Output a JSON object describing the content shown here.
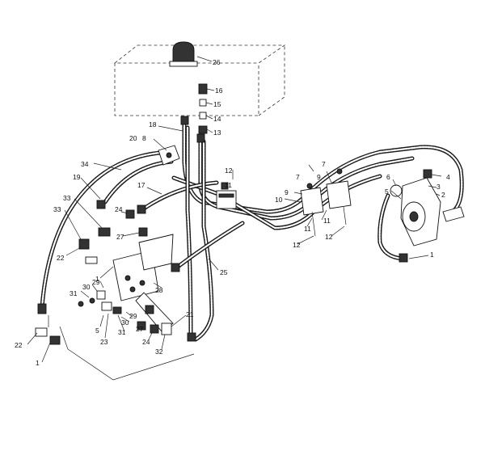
{
  "diagram": {
    "callouts": [
      {
        "id": "c26",
        "text": "26"
      },
      {
        "id": "c16",
        "text": "16"
      },
      {
        "id": "c15",
        "text": "15"
      },
      {
        "id": "c14",
        "text": "14"
      },
      {
        "id": "c13",
        "text": "13"
      },
      {
        "id": "c18",
        "text": "18"
      },
      {
        "id": "c20",
        "text": "20"
      },
      {
        "id": "c8",
        "text": "8"
      },
      {
        "id": "c34",
        "text": "34"
      },
      {
        "id": "c19",
        "text": "19"
      },
      {
        "id": "c17",
        "text": "17"
      },
      {
        "id": "c12a",
        "text": "12"
      },
      {
        "id": "c11a",
        "text": "11"
      },
      {
        "id": "c7a",
        "text": "7"
      },
      {
        "id": "c7b",
        "text": "7"
      },
      {
        "id": "c9a",
        "text": "9"
      },
      {
        "id": "c9b",
        "text": "9"
      },
      {
        "id": "c10",
        "text": "10"
      },
      {
        "id": "c11b",
        "text": "11"
      },
      {
        "id": "c11c",
        "text": "11"
      },
      {
        "id": "c12b",
        "text": "12"
      },
      {
        "id": "c12c",
        "text": "12"
      },
      {
        "id": "c6",
        "text": "6"
      },
      {
        "id": "c4",
        "text": "4"
      },
      {
        "id": "c3",
        "text": "3"
      },
      {
        "id": "c2",
        "text": "2"
      },
      {
        "id": "c5a",
        "text": "5"
      },
      {
        "id": "c1a",
        "text": "1"
      },
      {
        "id": "c33a",
        "text": "33"
      },
      {
        "id": "c33b",
        "text": "33"
      },
      {
        "id": "c24a",
        "text": "24"
      },
      {
        "id": "c27a",
        "text": "27"
      },
      {
        "id": "c22a",
        "text": "22"
      },
      {
        "id": "c1b",
        "text": "1"
      },
      {
        "id": "c25",
        "text": "25"
      },
      {
        "id": "c31a",
        "text": "31"
      },
      {
        "id": "c30a",
        "text": "30"
      },
      {
        "id": "c29a",
        "text": "29"
      },
      {
        "id": "c28",
        "text": "28"
      },
      {
        "id": "c5b",
        "text": "5"
      },
      {
        "id": "c23",
        "text": "23"
      },
      {
        "id": "c31b",
        "text": "31"
      },
      {
        "id": "c30b",
        "text": "30"
      },
      {
        "id": "c29b",
        "text": "29"
      },
      {
        "id": "c27b",
        "text": "27"
      },
      {
        "id": "c24b",
        "text": "24"
      },
      {
        "id": "c21",
        "text": "21"
      },
      {
        "id": "c32",
        "text": "32"
      },
      {
        "id": "c22b",
        "text": "22"
      },
      {
        "id": "c1c",
        "text": "1"
      }
    ]
  }
}
